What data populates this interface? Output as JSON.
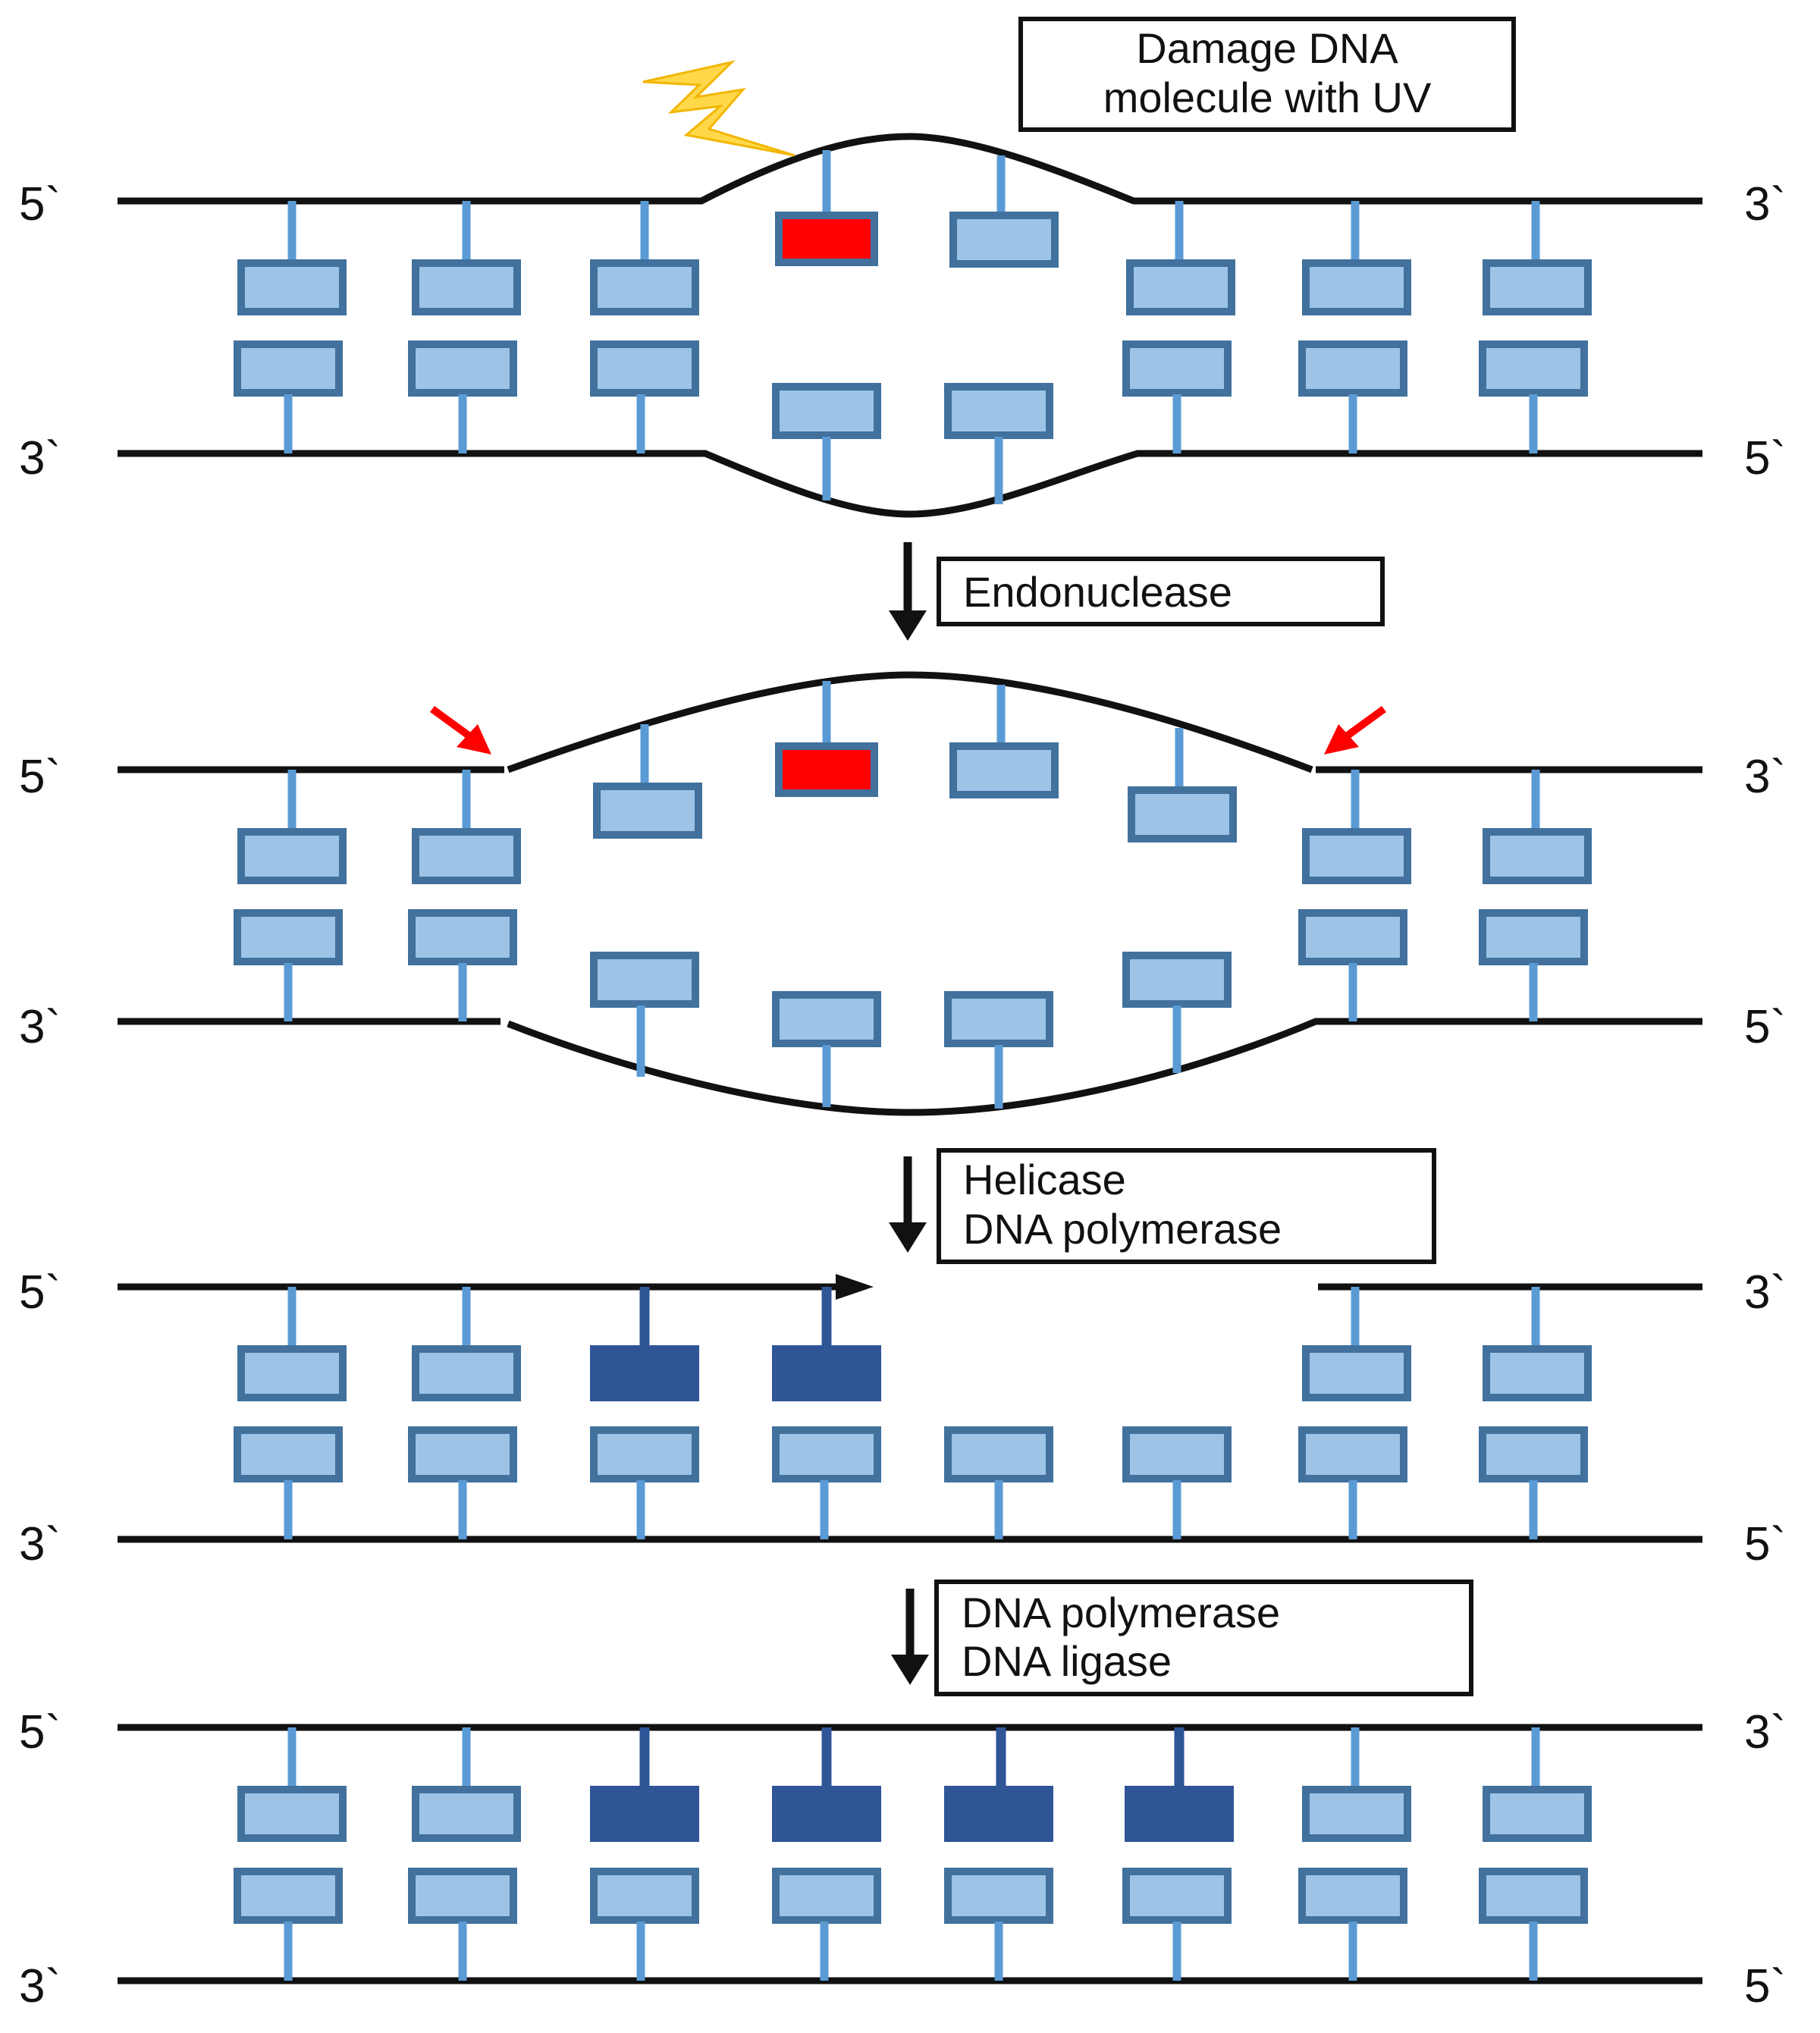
{
  "colors": {
    "backbone": "#111111",
    "base_fill": "#9dc3e6",
    "base_stroke": "#41719c",
    "stem": "#5b9bd5",
    "new_base_fill": "#2f5597",
    "new_stem": "#2f5597",
    "damaged_base": "#ff0000",
    "cut_arrow": "#ff0000",
    "lightning": "#ffd84a"
  },
  "icons": {
    "uv_bolt": "lightning-icon",
    "process_arrow": "arrow-down-icon",
    "incision_marker": "red-arrow-icon"
  },
  "labels": {
    "end5": "5`",
    "end3": "3`"
  },
  "steps": {
    "damage_line1": "Damage DNA",
    "damage_line2": "molecule with UV",
    "endonuclease": "Endonuclease",
    "helicase_line1": "Helicase",
    "helicase_line2": "DNA polymerase",
    "ligase_line1": "DNA polymerase",
    "ligase_line2": "DNA ligase"
  }
}
